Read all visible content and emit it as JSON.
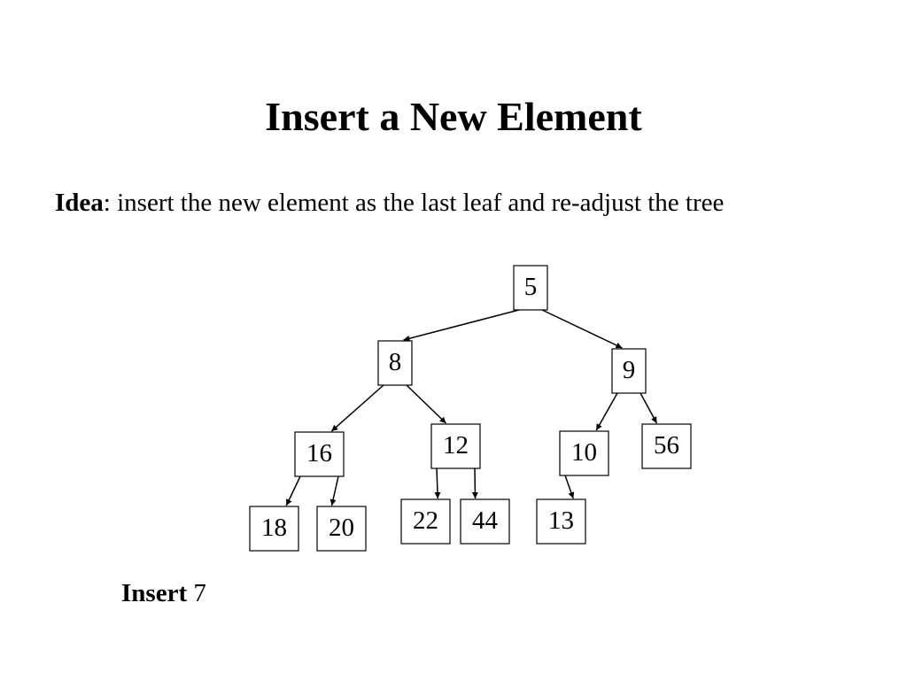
{
  "slide": {
    "title": "Insert a New Element",
    "idea_label": "Idea",
    "idea_text": ": insert the new element as the last leaf and re-adjust the tree",
    "insert_label": "Insert",
    "insert_value": "7"
  },
  "tree": {
    "nodes": [
      {
        "id": "n5",
        "label": "5"
      },
      {
        "id": "n8",
        "label": "8"
      },
      {
        "id": "n9",
        "label": "9"
      },
      {
        "id": "n16",
        "label": "16"
      },
      {
        "id": "n12",
        "label": "12"
      },
      {
        "id": "n10",
        "label": "10"
      },
      {
        "id": "n56",
        "label": "56"
      },
      {
        "id": "n18",
        "label": "18"
      },
      {
        "id": "n20",
        "label": "20"
      },
      {
        "id": "n22",
        "label": "22"
      },
      {
        "id": "n44",
        "label": "44"
      },
      {
        "id": "n13",
        "label": "13"
      }
    ],
    "edges": [
      {
        "from": "n5",
        "to": "n8"
      },
      {
        "from": "n5",
        "to": "n9"
      },
      {
        "from": "n8",
        "to": "n16"
      },
      {
        "from": "n8",
        "to": "n12"
      },
      {
        "from": "n9",
        "to": "n10"
      },
      {
        "from": "n9",
        "to": "n56"
      },
      {
        "from": "n16",
        "to": "n18"
      },
      {
        "from": "n16",
        "to": "n20"
      },
      {
        "from": "n12",
        "to": "n22"
      },
      {
        "from": "n12",
        "to": "n44"
      },
      {
        "from": "n10",
        "to": "n13"
      }
    ]
  }
}
